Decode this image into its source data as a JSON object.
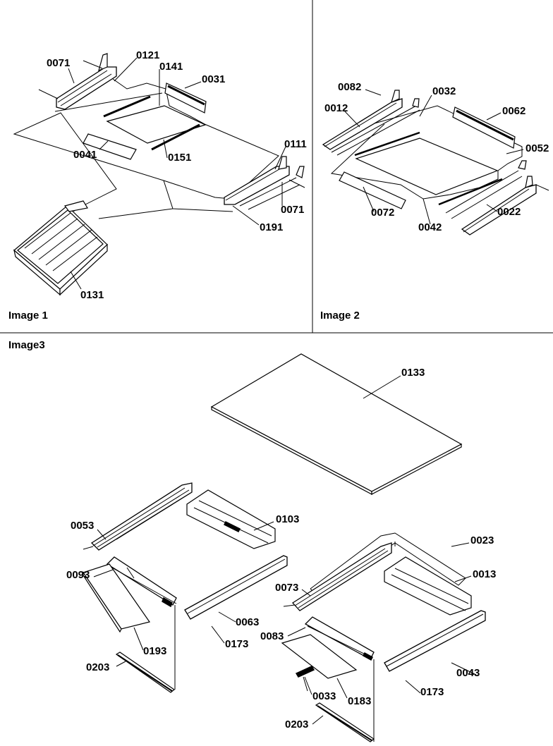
{
  "panels": {
    "image1": {
      "caption": "Image 1",
      "labels": [
        "0071",
        "0121",
        "0141",
        "0031",
        "0041",
        "0151",
        "0111",
        "0071",
        "0191",
        "0131"
      ]
    },
    "image2": {
      "caption": "Image 2",
      "labels": [
        "0082",
        "0032",
        "0012",
        "0062",
        "0052",
        "0072",
        "0042",
        "0022"
      ]
    },
    "image3": {
      "caption": "Image3",
      "labels": [
        "0133",
        "0053",
        "0103",
        "0023",
        "0093",
        "0073",
        "0013",
        "0063",
        "0083",
        "0043",
        "0193",
        "0173",
        "0173",
        "0203",
        "0033",
        "0183",
        "0203"
      ]
    }
  }
}
